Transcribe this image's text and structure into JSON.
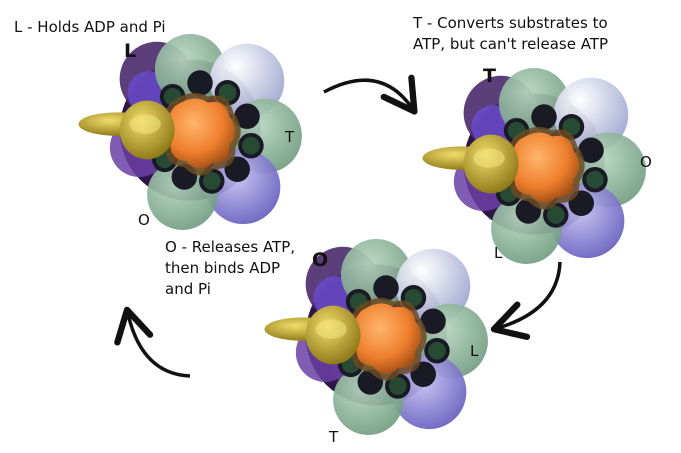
{
  "captions": {
    "L": "L - Holds ADP and Pi",
    "T_line1": "T - Converts substrates to",
    "T_line2": "ATP, but can't release ATP",
    "O_line1": "O - Releases ATP,",
    "O_line2": "then binds ADP",
    "O_line3": "and Pi"
  },
  "complexes": [
    {
      "id": "top-left",
      "labels": [
        "L",
        "T",
        "O"
      ]
    },
    {
      "id": "right",
      "labels": [
        "T",
        "O",
        "L"
      ]
    },
    {
      "id": "bottom",
      "labels": [
        "O",
        "L",
        "T"
      ]
    }
  ],
  "colors": {
    "text": "#111111",
    "arrow": "#111111",
    "green_subunit": "#8fb79c",
    "purple_subunit": "#8f86d6",
    "white_subunit": "#d8ddf2",
    "dark_core": "#1a1a24",
    "orange_center": "#ee7f2d",
    "yellow_shaft": "#c9b233",
    "violet_ring": "#3b1d5c"
  }
}
